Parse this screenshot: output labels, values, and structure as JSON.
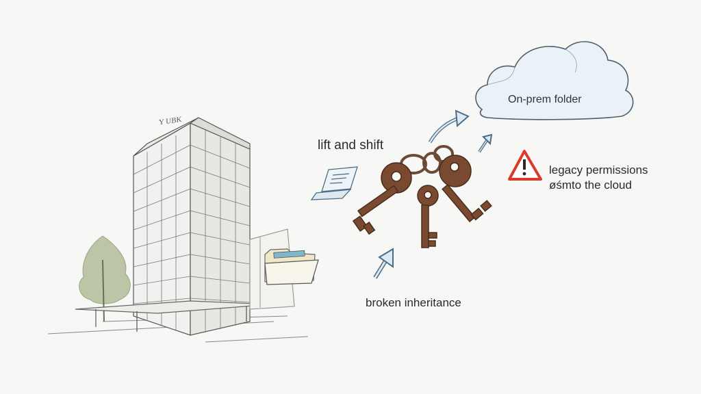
{
  "building_sign": "Y UBK",
  "labels": {
    "lift_and_shift": "lift and shift",
    "on_prem_folder": "On-prem folder",
    "legacy_line1": "legacy permissions",
    "legacy_line2": "øśmto the cloud",
    "broken_inheritance": "broken inheritance"
  },
  "colors": {
    "background": "#f7f7f5",
    "sketch": "#555555",
    "key_rust": "#7a4a30",
    "cloud_fill": "#eaf2f8",
    "arrow_blue": "#4a6d86",
    "warning_red": "#d93a2b",
    "tree_green": "#a9b68c"
  },
  "icons": [
    "office-building-icon",
    "tree-icon",
    "folder-icon",
    "laptop-icon",
    "keyring-icon",
    "cloud-icon",
    "warning-icon",
    "arrow-icon"
  ]
}
